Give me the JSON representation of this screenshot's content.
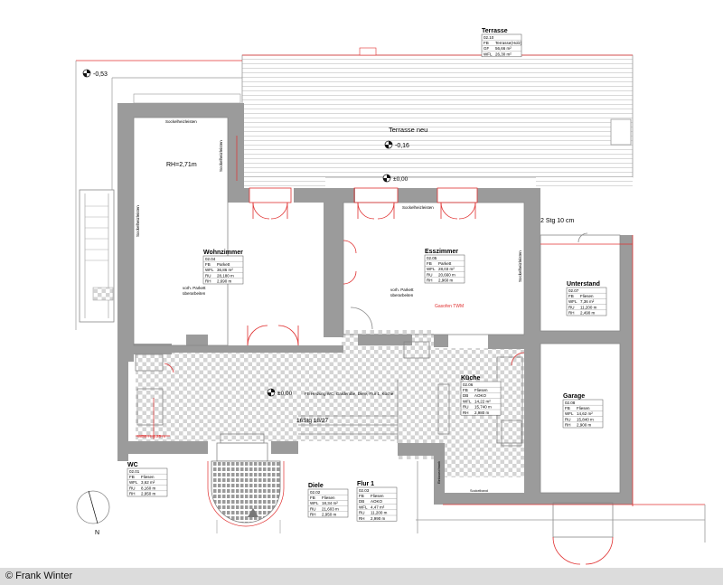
{
  "copyright": "© Frank Winter",
  "labels": {
    "rh_wohn": "RH=2,71m",
    "terrasse_neu": "Terrasse neu",
    "level_a": "-0,53",
    "level_b": "-0,16",
    "level_c": "±0,00",
    "level_d": "±0,00",
    "stg_top": "2 Stg 10 cm",
    "stg_stair": "16Stg 18/27",
    "fb_note": "FB Heizung WC, Garderobe, Diele, Flur 1, Küche",
    "gasofen": "Gasofen TWM",
    "vorh_parkett_1": "vorh. Parkett",
    "vorh_parkett_2": "überarbeiten",
    "sockel_1": "Sockelheizleisten",
    "sockel_2": "Sockelheizleisten",
    "sockel_3": "Sockelheizleisten",
    "sockel_4": "Sockelheizleisten",
    "sockel_5": "Sockelheizleisten",
    "wc_note": "WEB H=1,25 m",
    "kueche_note_a": "Einbauschrank",
    "kueche_note_b": "Sockelband",
    "north": "N"
  },
  "rooms": {
    "terrasse": {
      "name": "Terrasse",
      "num": "02.10",
      "rows": [
        [
          "FB",
          "Terrasse(Holz)"
        ],
        [
          "GF",
          "56,66 m²"
        ],
        [
          "WFL",
          "26,30 m²"
        ]
      ]
    },
    "wohnzimmer": {
      "name": "Wohnzimmer",
      "num": "02.04",
      "rows": [
        [
          "FB",
          "Parkett"
        ],
        [
          "WFL",
          "36,86 m²"
        ],
        [
          "RU",
          "28,180 m"
        ],
        [
          "RH",
          "2,690 m"
        ]
      ]
    },
    "esszimmer": {
      "name": "Esszimmer",
      "num": "02.05",
      "rows": [
        [
          "FB",
          "Parkett"
        ],
        [
          "WFL",
          "28,03 m²"
        ],
        [
          "RU",
          "20,660 m"
        ],
        [
          "RH",
          "2,960 m"
        ]
      ]
    },
    "unterstand": {
      "name": "Unterstand",
      "num": "02.07",
      "rows": [
        [
          "FB",
          "Fliesen"
        ],
        [
          "WFL",
          "7,36 m²"
        ],
        [
          "RU",
          "11,200 m"
        ],
        [
          "RH",
          "2,490 m"
        ]
      ]
    },
    "kueche": {
      "name": "Küche",
      "num": "02.06",
      "rows": [
        [
          "FB",
          "Fliesen"
        ],
        [
          "DB",
          "AOKO"
        ],
        [
          "WFL",
          "14,22 m²"
        ],
        [
          "RU",
          "15,740 m"
        ],
        [
          "RH",
          "2,980 m"
        ]
      ]
    },
    "garage": {
      "name": "Garage",
      "num": "02.08",
      "rows": [
        [
          "FB",
          "Fliesen"
        ],
        [
          "WFL",
          "14,62 m²"
        ],
        [
          "RU",
          "15,840 m"
        ],
        [
          "RH",
          "2,900 m"
        ]
      ]
    },
    "wc": {
      "name": "WC",
      "num": "02.01",
      "rows": [
        [
          "FB",
          "Fliesen"
        ],
        [
          "WFL",
          "3,62 m²"
        ],
        [
          "RU",
          "8,160 m"
        ],
        [
          "RH",
          "2,950 m"
        ]
      ]
    },
    "diele": {
      "name": "Diele",
      "num": "02.02",
      "rows": [
        [
          "FB",
          "Fliesen"
        ],
        [
          "WFL",
          "18,34 m²"
        ],
        [
          "RU",
          "21,603 m"
        ],
        [
          "RH",
          "2,950 m"
        ]
      ]
    },
    "flur1": {
      "name": "Flur 1",
      "num": "02.03",
      "rows": [
        [
          "FB",
          "Fliesen"
        ],
        [
          "DB",
          "AOKO"
        ],
        [
          "WFL",
          "4,47 m²"
        ],
        [
          "RU",
          "11,200 m"
        ],
        [
          "RH",
          "2,990 m"
        ]
      ]
    }
  }
}
